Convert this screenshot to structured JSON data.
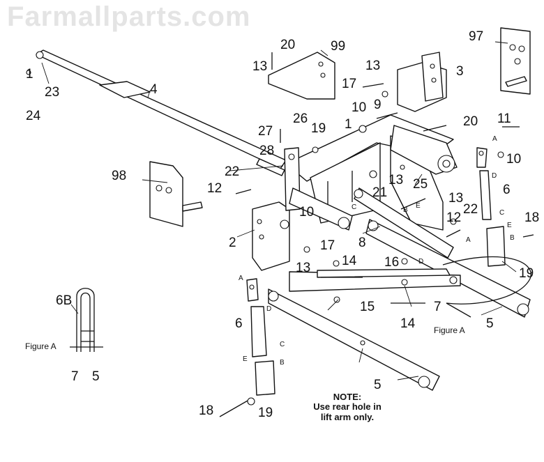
{
  "watermark": "Farmallparts.com",
  "part_numbers": {
    "p20a": "20",
    "p99": "99",
    "p13a": "13",
    "p97": "97",
    "p13b": "13",
    "p3": "3",
    "p17a": "17",
    "p9": "9",
    "p10a": "10",
    "p11": "11",
    "p1": "1",
    "p20b": "20",
    "p10b": "10",
    "p26": "26",
    "p27": "27",
    "p19a": "19",
    "p28": "28",
    "p22a": "22",
    "p98": "98",
    "p12a": "12",
    "p21": "21",
    "p13c": "13",
    "p25": "25",
    "p6a": "6",
    "p13d": "13",
    "p22b": "22",
    "p18a": "18",
    "p10c": "10",
    "p2": "2",
    "p17b": "17",
    "p13e": "13",
    "p8": "8",
    "p12b": "12",
    "p14a": "14",
    "p16": "16",
    "p19b": "19",
    "p15": "15",
    "p7a": "7",
    "p14b": "14",
    "p5a": "5",
    "p6b": "6",
    "p5b": "5",
    "p18b": "18",
    "p19c": "19",
    "p4": "4",
    "p23": "23",
    "p24": "24",
    "p1b": "1",
    "p6B": "6B",
    "p7b": "7",
    "p5c": "5"
  },
  "letters": {
    "A1": "A",
    "D1": "D",
    "C1": "C",
    "E1": "E",
    "B1": "B",
    "A2": "A",
    "D2": "D",
    "C2": "C",
    "E2": "E",
    "B2": "B",
    "C3": "C",
    "B3": "B",
    "E3": "E",
    "A3": "A",
    "D3": "D"
  },
  "figure_a_label": "Figure A",
  "figure_a_inset_label": "Figure A",
  "note": {
    "title": "NOTE:",
    "line1": "Use rear hole in",
    "line2": "lift arm only."
  }
}
